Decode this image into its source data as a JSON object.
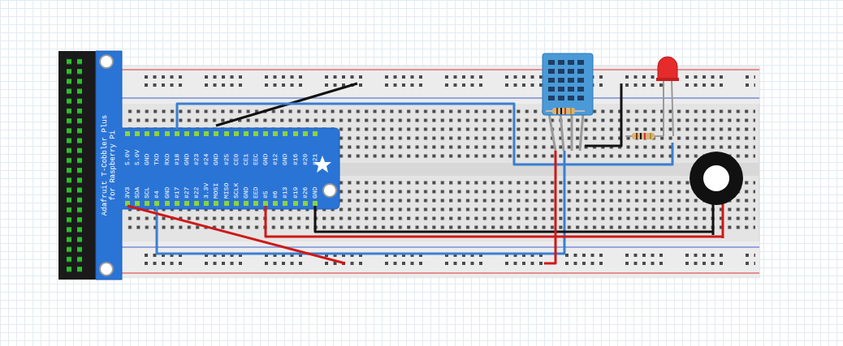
{
  "diagram": {
    "nodes": [
      {
        "text": [
          "Adafruit T-Cobbler Plus for Raspberry Pi"
        ]
      }
    ],
    "labels": [
      "5.0V",
      "5.0V",
      "GND",
      "TXD",
      "RXD",
      "#18",
      "GND",
      "#23",
      "#24",
      "GND",
      "#25",
      "CE0",
      "CE1",
      "EEC",
      "GND",
      "#12",
      "GND",
      "#16",
      "#20",
      "#21",
      "3V3",
      "SDA",
      "SCL",
      "#4",
      "GND",
      "#17",
      "#27",
      "#22",
      "3.3V",
      "MOSI",
      "MISO",
      "SCLK",
      "GND",
      "EED",
      "#5",
      "#6",
      "#13",
      "#19",
      "#26",
      "GND"
    ]
  }
}
